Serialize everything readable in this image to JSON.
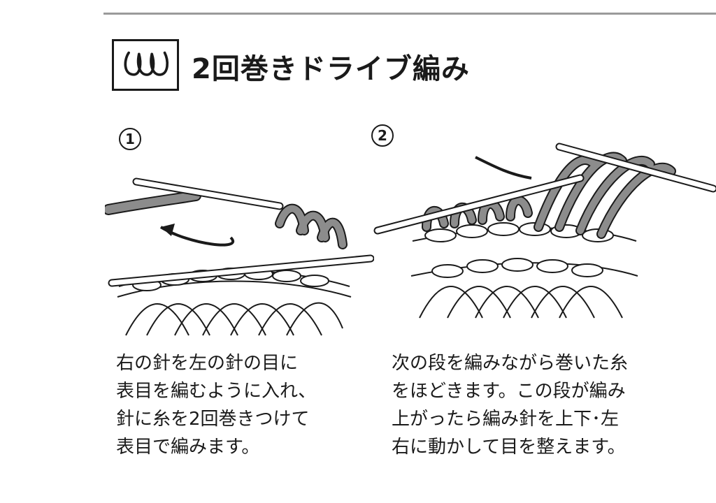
{
  "title": "2回巻きドライブ編み",
  "symbol": {
    "icon": "triple-loop-symbol-icon"
  },
  "steps": [
    {
      "number": "1",
      "caption": "右の針を左の針の目に\n表目を編むように入れ、\n針に糸を2回巻きつけて\n表目で編みます。"
    },
    {
      "number": "2",
      "caption": "次の段を編みながら巻いた糸\nをほどきます。この段が編み\n上がったら編み針を上下･左\n右に動かして目を整えます。"
    }
  ],
  "colors": {
    "yarn": "#8c8c8c",
    "line": "#1a1a1a",
    "rule": "#9a9a9a"
  }
}
